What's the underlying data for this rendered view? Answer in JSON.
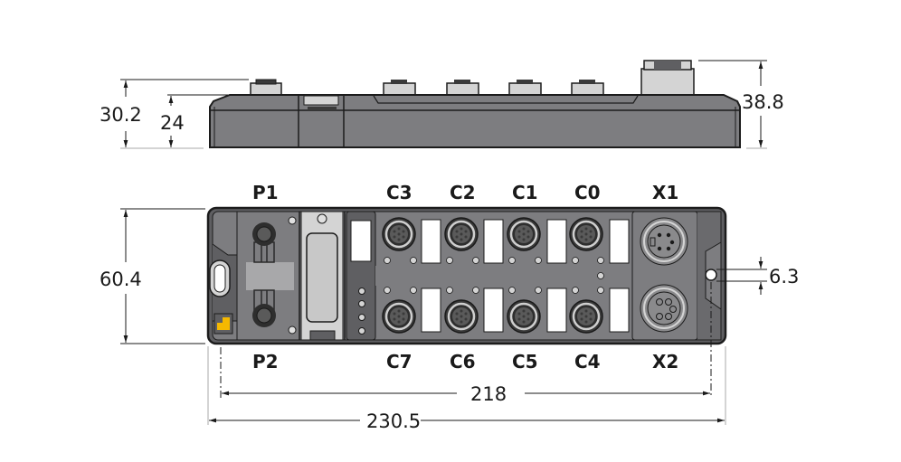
{
  "diagram": {
    "type": "technical-dimension-drawing",
    "subject": "fieldbus I/O module (side view and top view)",
    "colors": {
      "housing": "#7d7d80",
      "housing_dark": "#5f5f62",
      "outline": "#1c1c1c",
      "connector_light": "#d4d4d4",
      "label_window": "#ffffff",
      "yellow_element": "#f5b800"
    },
    "side_view": {
      "dimensions": {
        "height_total_left": "30.2",
        "height_body": "24",
        "height_total_right": "38.8"
      }
    },
    "top_view": {
      "connector_labels_top": [
        "P1",
        "C3",
        "C2",
        "C1",
        "C0",
        "X1"
      ],
      "connector_labels_bottom": [
        "P2",
        "C7",
        "C6",
        "C5",
        "C4",
        "X2"
      ],
      "dimensions": {
        "width_height": "60.4",
        "mounting_hole": "6.3",
        "hole_spacing": "218",
        "overall_length": "230.5"
      }
    }
  }
}
